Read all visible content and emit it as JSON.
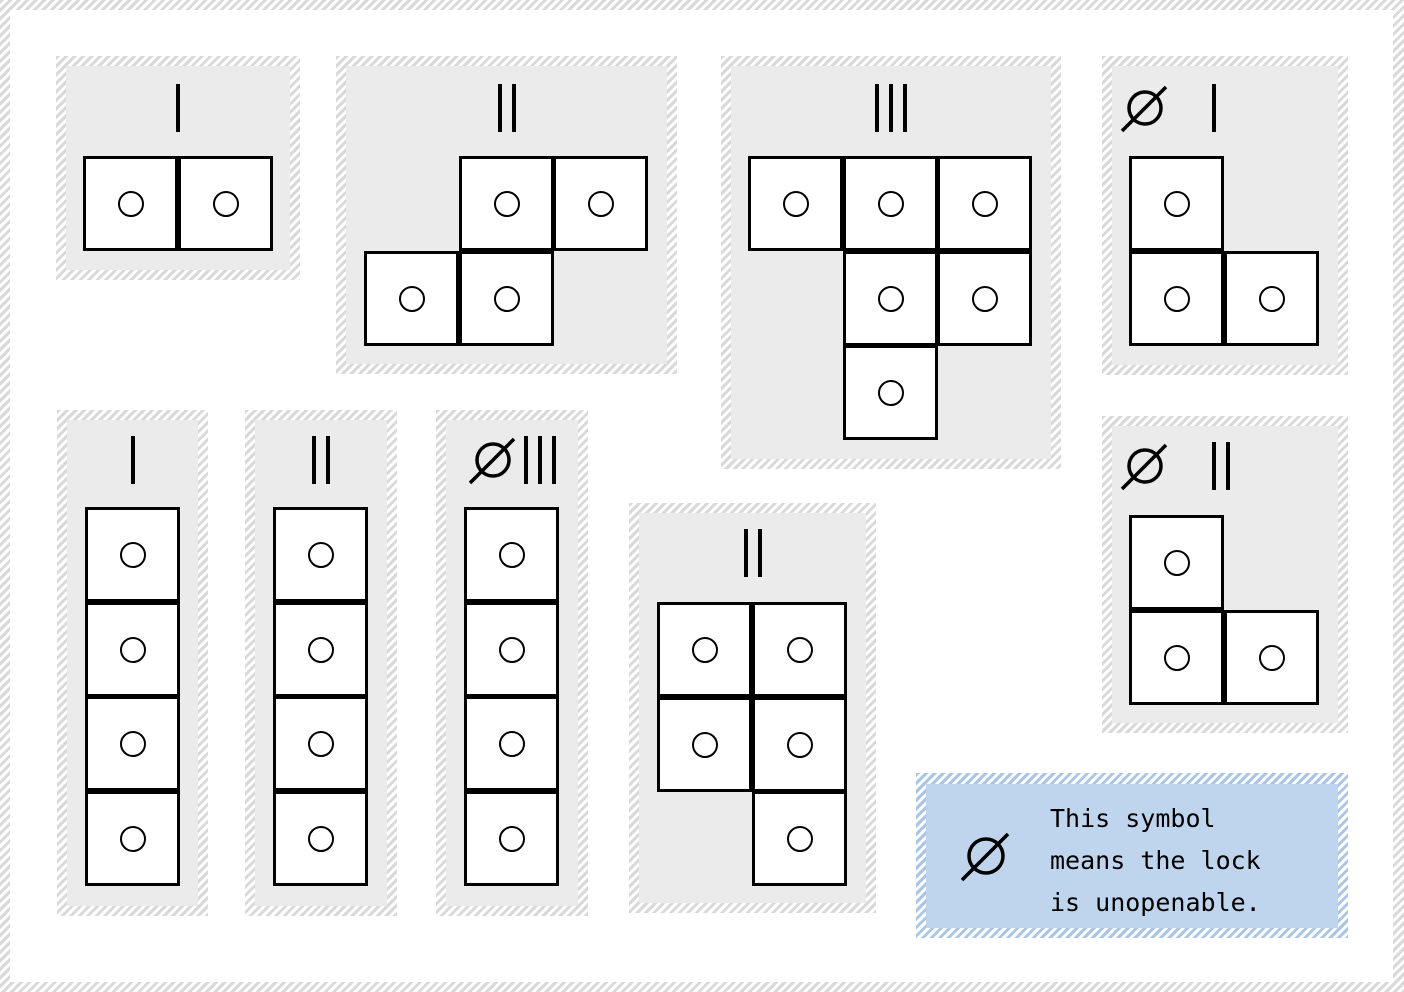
{
  "puzzle": {
    "pieces": [
      {
        "id": 1,
        "tally": 1,
        "unopenable": false,
        "cells": [
          [
            0,
            0
          ],
          [
            1,
            0
          ]
        ]
      },
      {
        "id": 2,
        "tally": 2,
        "unopenable": false,
        "cells": [
          [
            1,
            0
          ],
          [
            2,
            0
          ],
          [
            0,
            1
          ],
          [
            1,
            1
          ]
        ]
      },
      {
        "id": 3,
        "tally": 3,
        "unopenable": false,
        "cells": [
          [
            0,
            0
          ],
          [
            1,
            0
          ],
          [
            2,
            0
          ],
          [
            1,
            1
          ],
          [
            2,
            1
          ],
          [
            1,
            2
          ]
        ]
      },
      {
        "id": 4,
        "tally": 1,
        "unopenable": true,
        "cells": [
          [
            0,
            0
          ],
          [
            0,
            1
          ],
          [
            1,
            1
          ]
        ]
      },
      {
        "id": 5,
        "tally": 1,
        "unopenable": false,
        "cells": [
          [
            0,
            0
          ],
          [
            0,
            1
          ],
          [
            0,
            2
          ],
          [
            0,
            3
          ]
        ]
      },
      {
        "id": 6,
        "tally": 2,
        "unopenable": false,
        "cells": [
          [
            0,
            0
          ],
          [
            0,
            1
          ],
          [
            0,
            2
          ],
          [
            0,
            3
          ]
        ]
      },
      {
        "id": 7,
        "tally": 3,
        "unopenable": true,
        "cells": [
          [
            0,
            0
          ],
          [
            0,
            1
          ],
          [
            0,
            2
          ],
          [
            0,
            3
          ]
        ]
      },
      {
        "id": 8,
        "tally": 2,
        "unopenable": false,
        "cells": [
          [
            0,
            0
          ],
          [
            1,
            0
          ],
          [
            0,
            1
          ],
          [
            1,
            1
          ],
          [
            1,
            2
          ]
        ]
      },
      {
        "id": 9,
        "tally": 2,
        "unopenable": true,
        "cells": [
          [
            0,
            0
          ],
          [
            0,
            1
          ],
          [
            1,
            1
          ]
        ]
      }
    ],
    "cell_icon": "lock-circle-icon",
    "unopenable_icon": "null-set-icon",
    "tally_icon": "tally-mark-icon"
  },
  "legend": {
    "icon": "null-set-icon",
    "line1": "This symbol",
    "line2": "means the lock",
    "line3": "is unopenable."
  },
  "colors": {
    "panel_bg": "#ebebeb",
    "legend_bg": "#bed5ed",
    "stroke": "#000000"
  }
}
